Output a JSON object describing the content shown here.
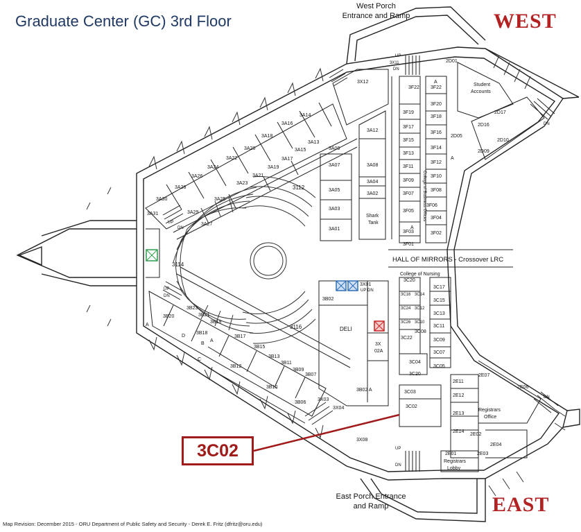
{
  "title": "Graduate Center (GC) 3rd Floor",
  "direction_labels": {
    "west": "WEST",
    "east": "EAST"
  },
  "entrances": {
    "west": [
      "West Porch",
      "Entrance and Ramp"
    ],
    "east": [
      "East Porch Entrance",
      "and Ramp"
    ]
  },
  "hall": "HALL OF MIRRORS - Crossover LRC",
  "highlight": {
    "room": "3C02",
    "color": "#a11a1a"
  },
  "footer": "Map Revision: December 2015 - ORU Department of Public Safety and Security - Derek E. Fritz (dfritz@oru.edu)",
  "colors": {
    "wall": "#222222",
    "accent": "#b22222",
    "title": "#1f3864",
    "elevator_green": "#2e9e4f",
    "elevator_blue": "#2f6fb5",
    "elevator_red": "#cc2222"
  },
  "rooms": {
    "3X11": "3X11",
    "3X12": "3X12",
    "3A14": "3A14",
    "3A16": "3A16",
    "3A18": "3A18",
    "3A20": "3A20",
    "3A22": "3A22",
    "3A24": "3A24",
    "3A26": "3A26",
    "3A28": "3A28",
    "3A30": "3A30",
    "3A31": "3A31",
    "3A29": "3A29",
    "3A27": "3A27",
    "3A25": "3A25",
    "3A23": "3A23",
    "3A21": "3A21",
    "3A19": "3A19",
    "3A17": "3A17",
    "3A15": "3A15",
    "3A13": "3A13",
    "3A09": "3A09",
    "3A07": "3A07",
    "3A05": "3A05",
    "3A03": "3A03",
    "3A01": "3A01",
    "3A12": "3A12",
    "3A08": "3A08",
    "3A04": "3A04",
    "3A02": "3A02",
    "shark_tank": [
      "Shark",
      "Tank"
    ],
    "3112": "3112",
    "3114": "3114",
    "3116": "3116",
    "3F22": "3F22",
    "3F22b": "3F22",
    "3F20": "3F20",
    "3F19": "3F19",
    "3F18": "3F18",
    "3F17": "3F17",
    "3F16": "3F16",
    "3F15": "3F15",
    "3F14": "3F14",
    "3F13": "3F13",
    "3F12": "3F12",
    "3F11": "3F11",
    "3F10": "3F10",
    "3F09": "3F09",
    "3F08": "3F08",
    "3F07": "3F07",
    "3F06": "3F06",
    "3F05": "3F05",
    "3F04": "3F04",
    "3F03": "3F03",
    "3F02": "3F02",
    "3F01": "3F01",
    "college_of_nursing": "College of Nursing",
    "3C20a": "3C20",
    "3C16": "3C16",
    "3C17": "3C17",
    "3C14": "3C14",
    "3C15": "3C15",
    "3C24": "3C24",
    "3C12": "3C12",
    "3C13": "3C13",
    "3C26": "3C26",
    "3C10": "3C10",
    "3C11": "3C11",
    "3C08": "3C08",
    "3C22": "3C22",
    "3C09": "3C09",
    "3C07": "3C07",
    "3C04": "3C04",
    "3C05": "3C05",
    "3C20": "3C20",
    "3C03": "3C03",
    "3C02": "3C02",
    "3B02": "3B02",
    "deli": "DELI",
    "3X02A": [
      "3X",
      "02A"
    ],
    "3B02A": "3B02 A",
    "3X01": "3X01",
    "3B20": "3B20",
    "3B23": "3B23",
    "3B21": "3B21",
    "3B19": "3B19",
    "3B18": "3B18",
    "3B17": "3B17",
    "3B15": "3B15",
    "3B13": "3B13",
    "3B11": "3B11",
    "3B09": "3B09",
    "3B07": "3B07",
    "3B12": "3B12",
    "3B10": "3B10",
    "3B06": "3B06",
    "3X03": "3X03",
    "3X04": "3X04",
    "3X08": "3X08",
    "2D01": "2D01",
    "student_accounts": [
      "Student",
      "Accounts"
    ],
    "2D17": "2D17",
    "2D16": "2D16",
    "2D05": "2D05",
    "2D10": "2D10",
    "2D09": "2D09",
    "2E07": "2E07",
    "2E06": "2E06",
    "2E11": "2E11",
    "2E12": "2E12",
    "2E13": "2E13",
    "2E14": "2E14",
    "registrars_office": [
      "Registrars",
      "Office"
    ],
    "2E02": "2E02",
    "2E04": "2E04",
    "2E03": "2E03",
    "2E01": "2E01",
    "registrars_lobby": [
      "Registrars",
      "Lobby"
    ],
    "college_of_business": "College of Business Offices",
    "A": "A",
    "B": "B",
    "C": "C",
    "D": "D",
    "up": "UP",
    "dn": "DN"
  }
}
